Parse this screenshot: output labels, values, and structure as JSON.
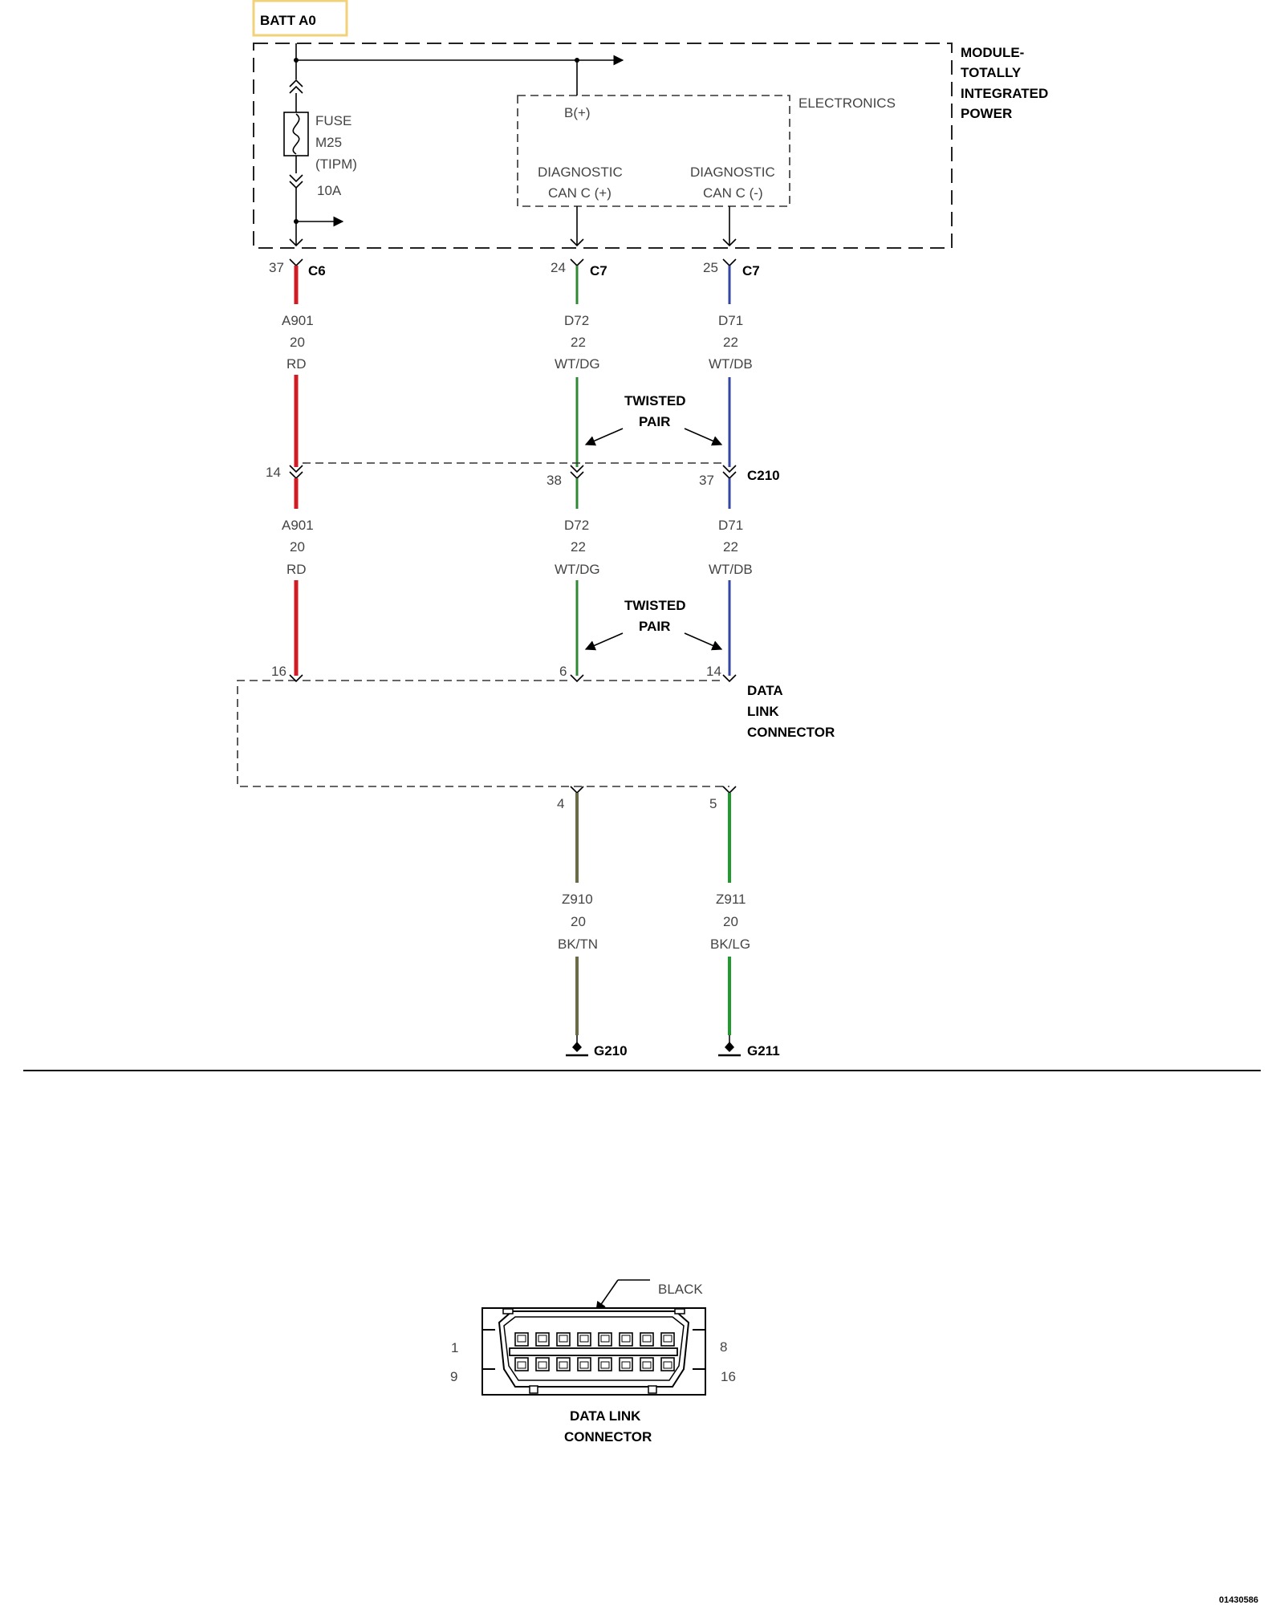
{
  "labels": {
    "batt": "BATT A0",
    "module": [
      "MODULE-",
      "TOTALLY",
      "INTEGRATED",
      "POWER"
    ],
    "electronics": "ELECTRONICS",
    "fuse": [
      "FUSE",
      "M25",
      "(TIPM)",
      "10A"
    ],
    "bplus": "B(+)",
    "diag_pos": [
      "DIAGNOSTIC",
      "CAN C (+)"
    ],
    "diag_neg": [
      "DIAGNOSTIC",
      "CAN C (-)"
    ],
    "twisted_pair": [
      "TWISTED",
      "PAIR"
    ],
    "dlc": [
      "DATA",
      "LINK",
      "CONNECTOR"
    ],
    "black": "BLACK",
    "dlc_bottom": [
      "DATA LINK",
      "CONNECTOR"
    ],
    "pin_1": "1",
    "pin_8": "8",
    "pin_9": "9",
    "pin_16": "16",
    "footer_code": "01430586"
  },
  "connectors": {
    "c6": "C6",
    "c7a": "C7",
    "c7b": "C7",
    "c210": "C210"
  },
  "pins": {
    "top_red": "37",
    "top_green": "24",
    "top_blue": "25",
    "mid_red": "14",
    "mid_green": "38",
    "mid_blue": "37",
    "dlc_red": "16",
    "dlc_green": "6",
    "dlc_blue": "14",
    "dlc_g1": "4",
    "dlc_g2": "5"
  },
  "wires": {
    "a901_upper": [
      "A901",
      "20",
      "RD"
    ],
    "d72_upper": [
      "D72",
      "22",
      "WT/DG"
    ],
    "d71_upper": [
      "D71",
      "22",
      "WT/DB"
    ],
    "a901_lower": [
      "A901",
      "20",
      "RD"
    ],
    "d72_lower": [
      "D72",
      "22",
      "WT/DG"
    ],
    "d71_lower": [
      "D71",
      "22",
      "WT/DB"
    ],
    "z910": [
      "Z910",
      "20",
      "BK/TN"
    ],
    "z911": [
      "Z911",
      "20",
      "BK/LG"
    ]
  },
  "grounds": {
    "g210": "G210",
    "g211": "G211"
  },
  "colors": {
    "red_wire": "#d21c24",
    "green_wire": "#2e8a32",
    "blue_wire": "#3346a6",
    "bk_tn_wire": "#6b6b44",
    "bk_lg_wire": "#1f9a2c",
    "batt_box_border": "#f0d27a"
  }
}
